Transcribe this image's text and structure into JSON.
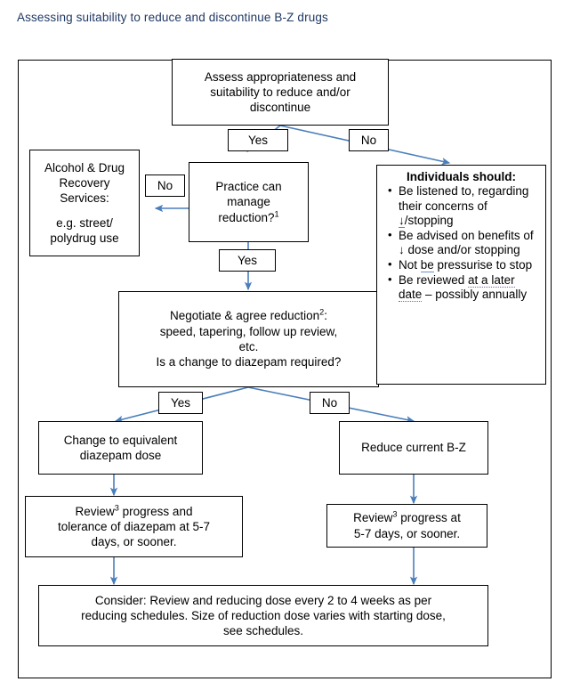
{
  "page": {
    "title": "Assessing suitability to reduce and discontinue B-Z drugs",
    "title_color": "#1f3864",
    "arrow_color": "#4a7ebb",
    "box_border_color": "#000000",
    "background": "#ffffff"
  },
  "nodes": {
    "assess": {
      "lines": [
        "Assess appropriateness and",
        "suitability to reduce and/or",
        "discontinue"
      ]
    },
    "practice_manage": {
      "lines": [
        "Practice can",
        "manage",
        "reduction?"
      ],
      "superscript": "1"
    },
    "adrs": {
      "lines": [
        "Alcohol & Drug",
        "Recovery",
        "Services:",
        "",
        "e.g. street/",
        "polydrug use"
      ]
    },
    "negotiate": {
      "line1_prefix": "Negotiate & agree reduction",
      "line1_superscript": "2",
      "line1_suffix": ":",
      "line2": "speed, tapering, follow up review,",
      "line3": "etc.",
      "line4": "Is a change to diazepam required?"
    },
    "change_diazepam": {
      "lines": [
        "Change to equivalent",
        "diazepam dose"
      ]
    },
    "reduce_bz": {
      "lines": [
        "Reduce current B-Z"
      ]
    },
    "review_diazepam": {
      "prefix": "Review",
      "superscript": "3",
      "line1_suffix": " progress and",
      "line2": "tolerance of diazepam at 5-7",
      "line3": "days, or sooner."
    },
    "review_progress": {
      "prefix": "Review",
      "superscript": "3",
      "line1_suffix": " progress at",
      "line2": "5-7 days, or sooner."
    },
    "consider": {
      "line1": "Consider: Review and reducing dose every 2 to 4 weeks as per",
      "line2": "reducing schedules. Size of reduction dose varies with starting dose,",
      "line3": "see schedules."
    }
  },
  "labels": {
    "yes_top": "Yes",
    "no_top": "No",
    "no_practice": "No",
    "yes_practice": "Yes",
    "yes_negotiate": "Yes",
    "no_negotiate": "No"
  },
  "panel_individuals": {
    "heading": "Individuals should:",
    "bullets": [
      {
        "segments": [
          {
            "text": "Be listened to, regarding their concerns of ",
            "style": "plain"
          },
          {
            "text": "↓",
            "style": "underline-grey"
          },
          {
            "text": "/stopping",
            "style": "plain"
          }
        ]
      },
      {
        "segments": [
          {
            "text": "Be advised on benefits of ",
            "style": "plain"
          },
          {
            "text": "↓",
            "style": "plain"
          },
          {
            "text": " dose and/or stopping",
            "style": "plain"
          }
        ]
      },
      {
        "segments": [
          {
            "text": "Not ",
            "style": "plain"
          },
          {
            "text": "be",
            "style": "underline-blue"
          },
          {
            "text": " pressurise to stop",
            "style": "plain"
          }
        ]
      },
      {
        "segments": [
          {
            "text": "Be reviewed ",
            "style": "plain"
          },
          {
            "text": "at a later date",
            "style": "underline-purple"
          },
          {
            "text": " – possibly annually",
            "style": "plain"
          }
        ]
      }
    ]
  }
}
